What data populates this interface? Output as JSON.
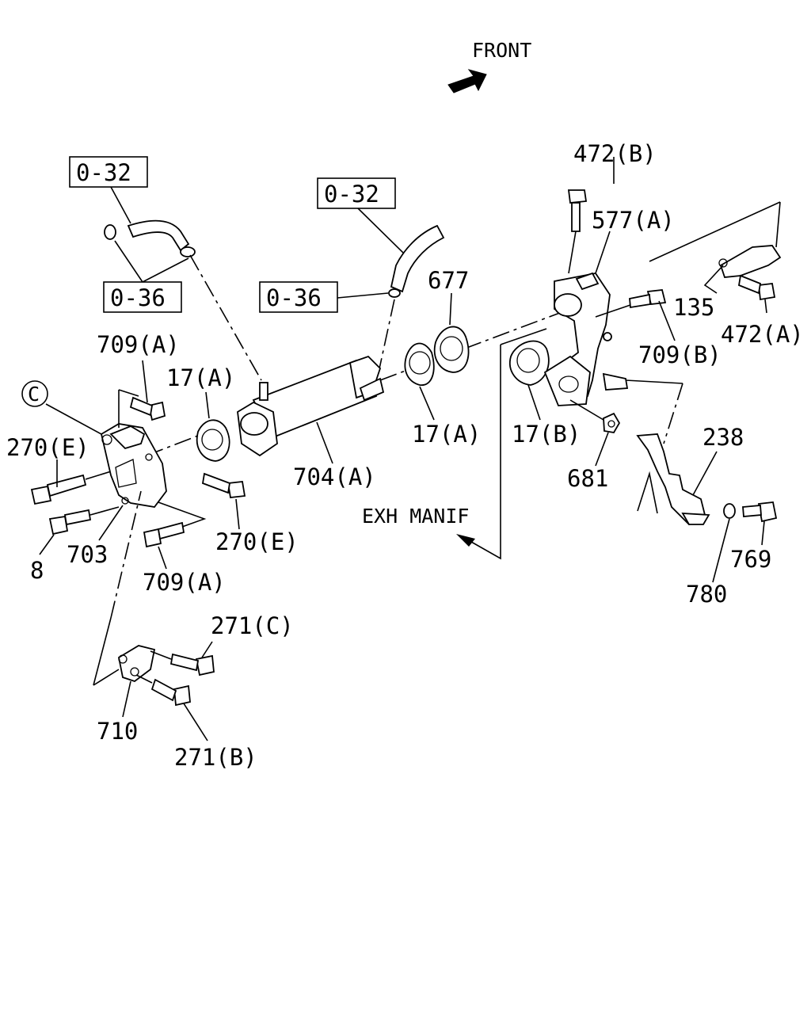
{
  "labels": {
    "front": "FRONT",
    "exh_manif": "EXH MANIF",
    "ref_032_a": "0-32",
    "ref_032_b": "0-32",
    "ref_036_a": "0-36",
    "ref_036_b": "0-36",
    "circle_c": "C",
    "p472b": "472(B)",
    "p577a": "577(A)",
    "p677": "677",
    "p135": "135",
    "p472a": "472(A)",
    "p709b": "709(B)",
    "p709a_top": "709(A)",
    "p17a_left": "17(A)",
    "p17a_mid": "17(A)",
    "p17b": "17(B)",
    "p270e_left": "270(E)",
    "p270e_right": "270(E)",
    "p704a": "704(A)",
    "p681": "681",
    "p238": "238",
    "p769": "769",
    "p780": "780",
    "p8": "8",
    "p703": "703",
    "p709a_bottom": "709(A)",
    "p271c": "271(C)",
    "p710": "710",
    "p271b": "271(B)"
  },
  "colors": {
    "ink": "#000000",
    "paper": "#ffffff"
  }
}
